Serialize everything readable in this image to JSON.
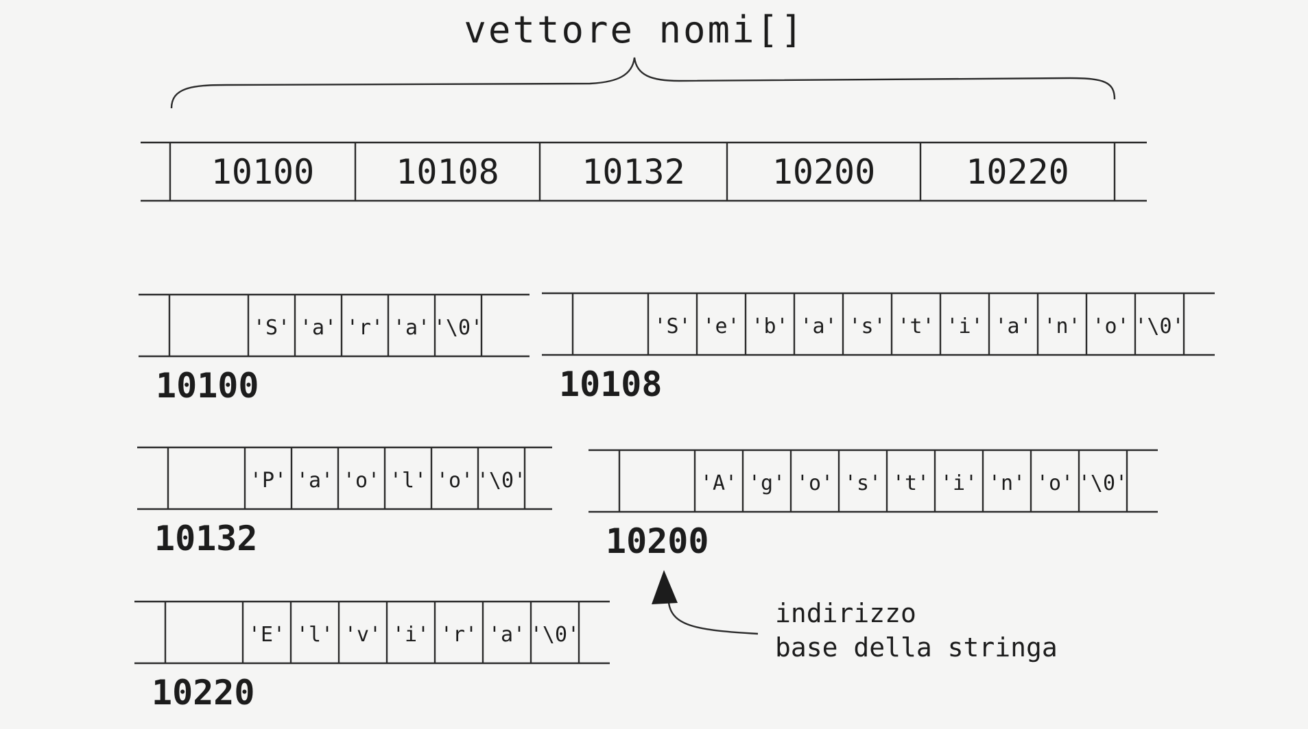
{
  "title": "vettore nomi[]",
  "pointer_array": [
    "10100",
    "10108",
    "10132",
    "10200",
    "10220"
  ],
  "strings": [
    {
      "address": "10100",
      "chars": [
        "'S'",
        "'a'",
        "'r'",
        "'a'",
        "'\\0'"
      ]
    },
    {
      "address": "10108",
      "chars": [
        "'S'",
        "'e'",
        "'b'",
        "'a'",
        "'s'",
        "'t'",
        "'i'",
        "'a'",
        "'n'",
        "'o'",
        "'\\0'"
      ]
    },
    {
      "address": "10132",
      "chars": [
        "'P'",
        "'a'",
        "'o'",
        "'l'",
        "'o'",
        "'\\0'"
      ]
    },
    {
      "address": "10200",
      "chars": [
        "'A'",
        "'g'",
        "'o'",
        "'s'",
        "'t'",
        "'i'",
        "'n'",
        "'o'",
        "'\\0'"
      ]
    },
    {
      "address": "10220",
      "chars": [
        "'E'",
        "'l'",
        "'v'",
        "'i'",
        "'r'",
        "'a'",
        "'\\0'"
      ]
    }
  ],
  "annotation": {
    "line1": "indirizzo",
    "line2": "base della stringa"
  }
}
